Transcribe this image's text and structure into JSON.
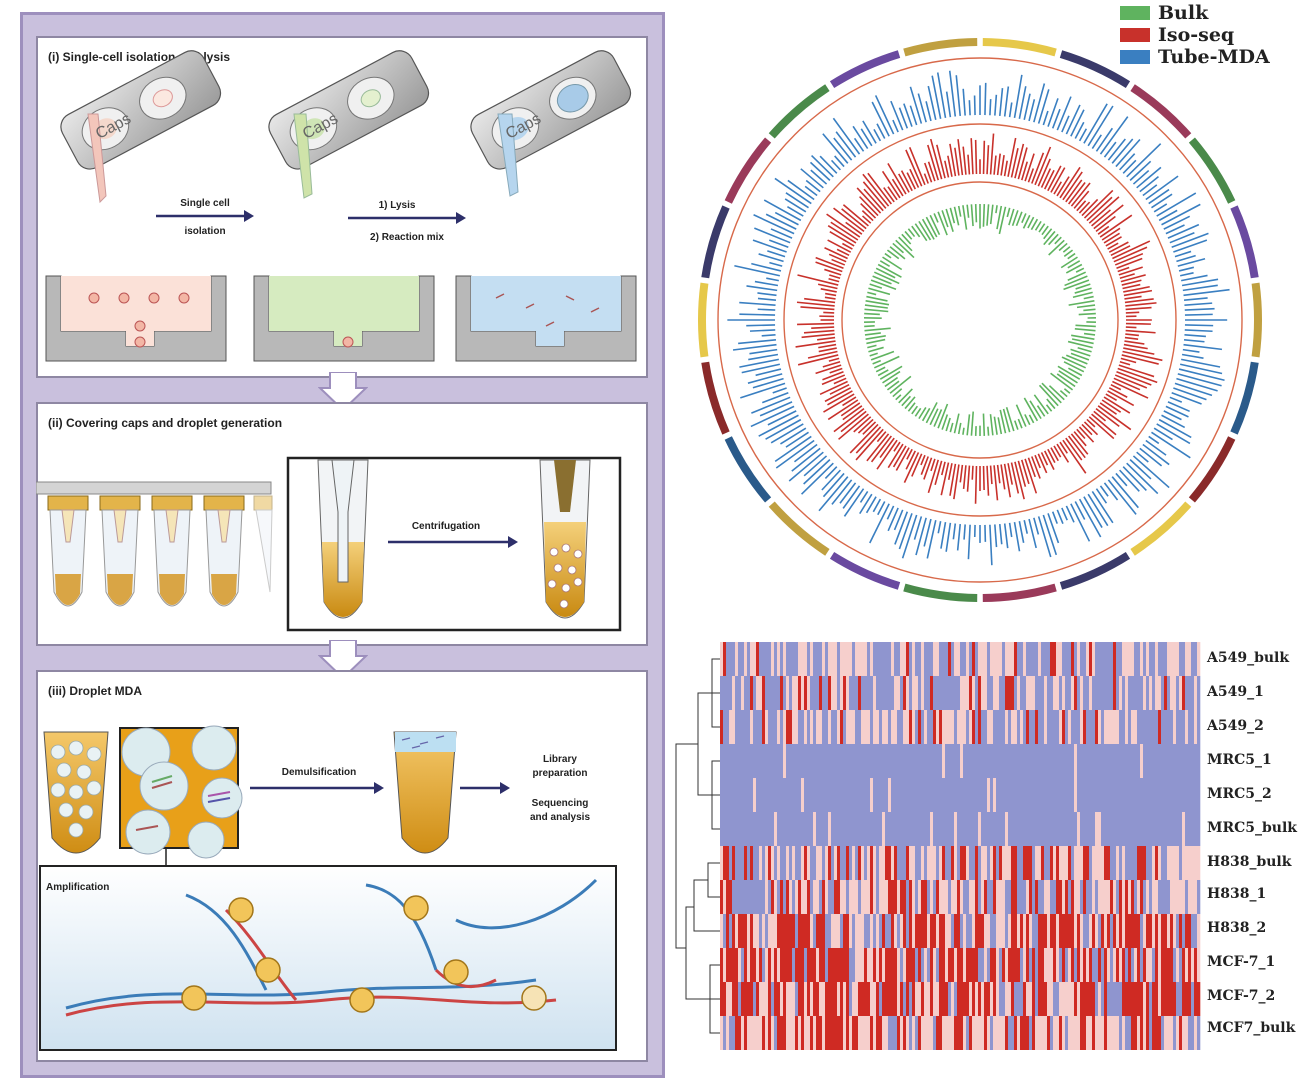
{
  "workflow": {
    "panel1_title": "(i) Single-cell isolation and lysis",
    "panel2_title": "(ii) Covering caps and droplet generation",
    "panel3_title": "(iii) Droplet MDA",
    "caps_label": "Caps",
    "step_single_cell_line1": "Single cell",
    "step_single_cell_line2": "isolation",
    "step_lysis_line1": "1) Lysis",
    "step_lysis_line2": "2) Reaction mix",
    "step_centrifugation": "Centrifugation",
    "step_demulsification": "Demulsification",
    "step_library_line1": "Library",
    "step_library_line2": "preparation",
    "step_sequencing_line1": "Sequencing",
    "step_sequencing_line2": "and analysis",
    "amplification_label": "Amplification"
  },
  "circos": {
    "legend": [
      {
        "label": "Bulk",
        "color": "#5fb35f"
      },
      {
        "label": "Iso-seq",
        "color": "#c8312b"
      },
      {
        "label": "Tube-MDA",
        "color": "#3a7fc1"
      }
    ]
  },
  "heatmap": {
    "row_labels": [
      "A549_bulk",
      "A549_1",
      "A549_2",
      "MRC5_1",
      "MRC5_2",
      "MRC5_bulk",
      "H838_bulk",
      "H838_1",
      "H838_2",
      "MCF-7_1",
      "MCF-7_2",
      "MCF7_bulk"
    ],
    "colors": {
      "low": "#8f95cf",
      "mid": "#f6cfcc",
      "high": "#cf2a23"
    }
  }
}
